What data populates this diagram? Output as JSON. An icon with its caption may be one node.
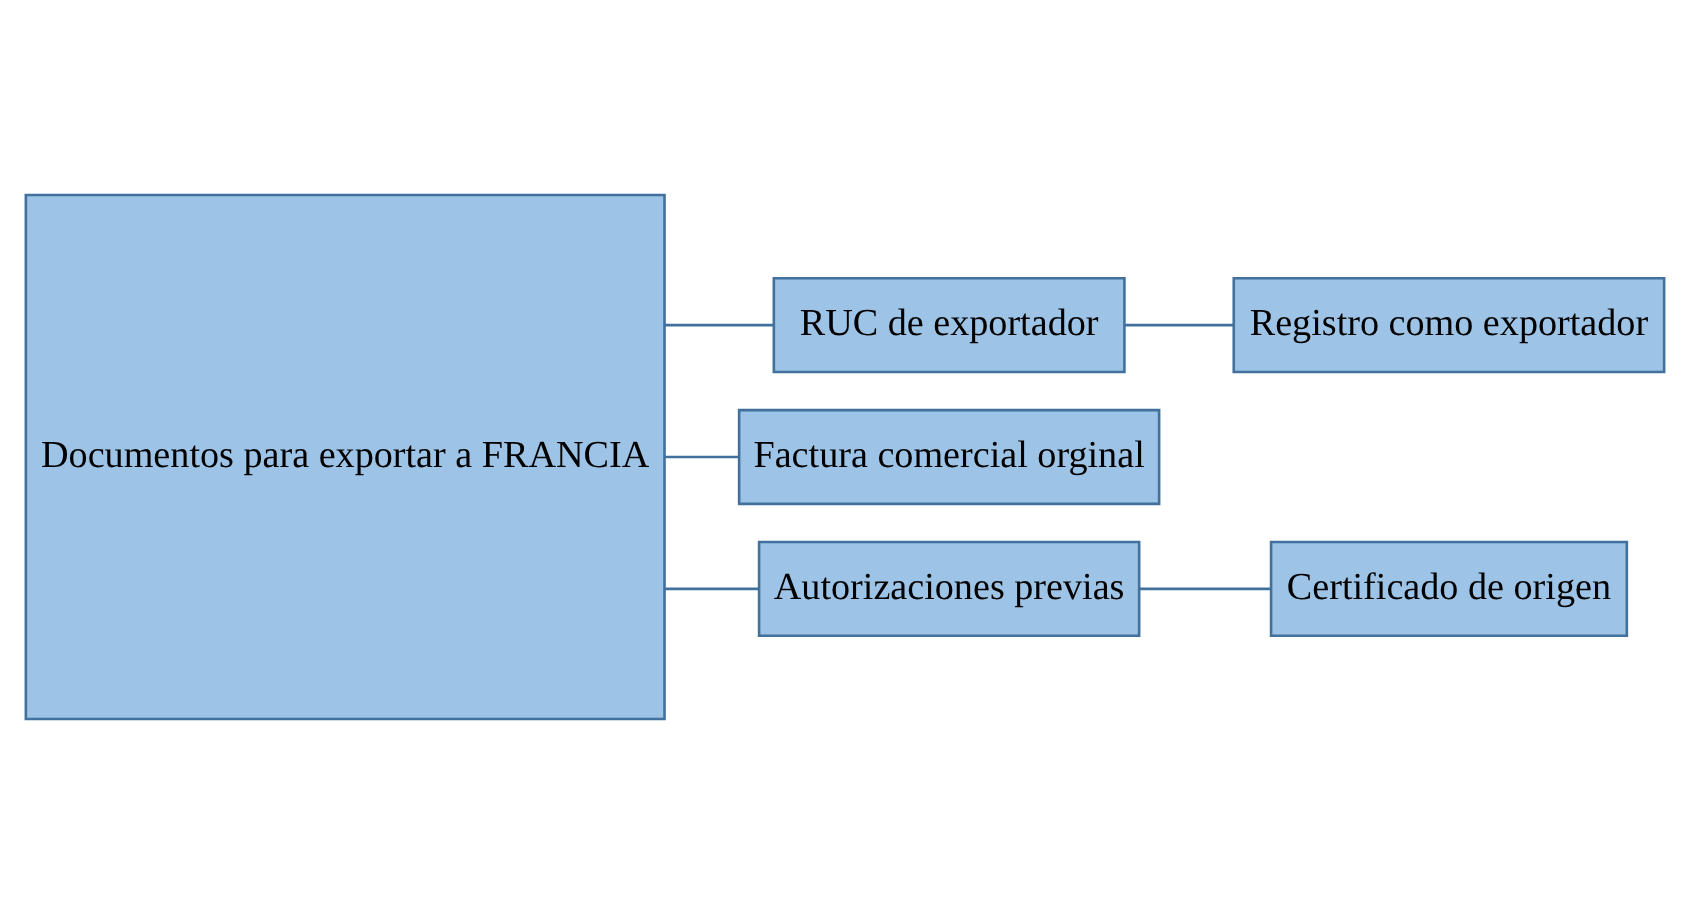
{
  "diagram": {
    "nodes": [
      {
        "text": [
          "Documentos para exportar a FRANCIA"
        ]
      },
      {
        "text": [
          "RUC de exportador"
        ]
      },
      {
        "text": [
          "Registro como exportador"
        ]
      },
      {
        "text": [
          "Factura comercial orginal"
        ]
      },
      {
        "text": [
          "Autorizaciones previas"
        ]
      },
      {
        "text": [
          "Certificado de origen"
        ]
      }
    ],
    "edges": [
      {
        "from": 0,
        "to": 1,
        "arrow": "none"
      },
      {
        "from": 0,
        "to": 3,
        "arrow": "none"
      },
      {
        "from": 0,
        "to": 4,
        "arrow": "none"
      },
      {
        "from": 1,
        "to": 2,
        "arrow": "none"
      },
      {
        "from": 4,
        "to": 5,
        "arrow": "none"
      }
    ]
  }
}
